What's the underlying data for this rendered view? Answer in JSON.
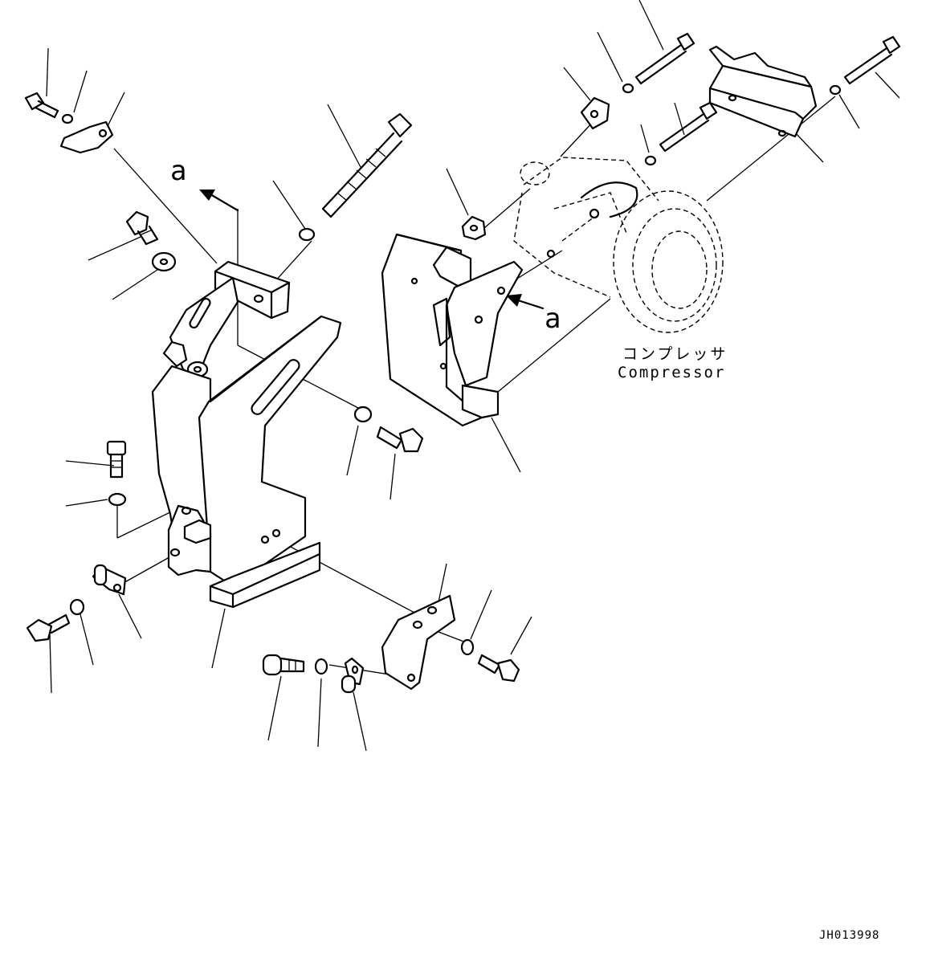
{
  "labels": {
    "view_marker_1": "a",
    "view_marker_2": "a",
    "compressor_jp": "コンプレッサ",
    "compressor_en": "Compressor",
    "drawing_code": "JH013998"
  },
  "colors": {
    "line": "#000000",
    "background": "#ffffff"
  }
}
